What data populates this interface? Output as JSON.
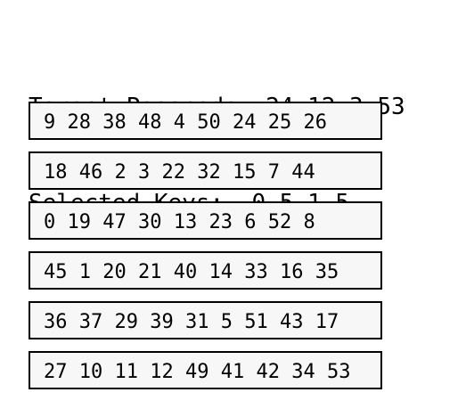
{
  "header": {
    "target_label": "Target Passcode:",
    "target_value": "24 12 3 53",
    "selected_label": "Selected Keys:",
    "selected_value": "0 5 1 5"
  },
  "rows": [
    [
      "9",
      "28",
      "38",
      "48",
      "4",
      "50",
      "24",
      "25",
      "26"
    ],
    [
      "18",
      "46",
      "2",
      "3",
      "22",
      "32",
      "15",
      "7",
      "44"
    ],
    [
      "0",
      "19",
      "47",
      "30",
      "13",
      "23",
      "6",
      "52",
      "8"
    ],
    [
      "45",
      "1",
      "20",
      "21",
      "40",
      "14",
      "33",
      "16",
      "35"
    ],
    [
      "36",
      "37",
      "29",
      "39",
      "31",
      "5",
      "51",
      "43",
      "17"
    ],
    [
      "27",
      "10",
      "11",
      "12",
      "49",
      "41",
      "42",
      "34",
      "53"
    ]
  ]
}
